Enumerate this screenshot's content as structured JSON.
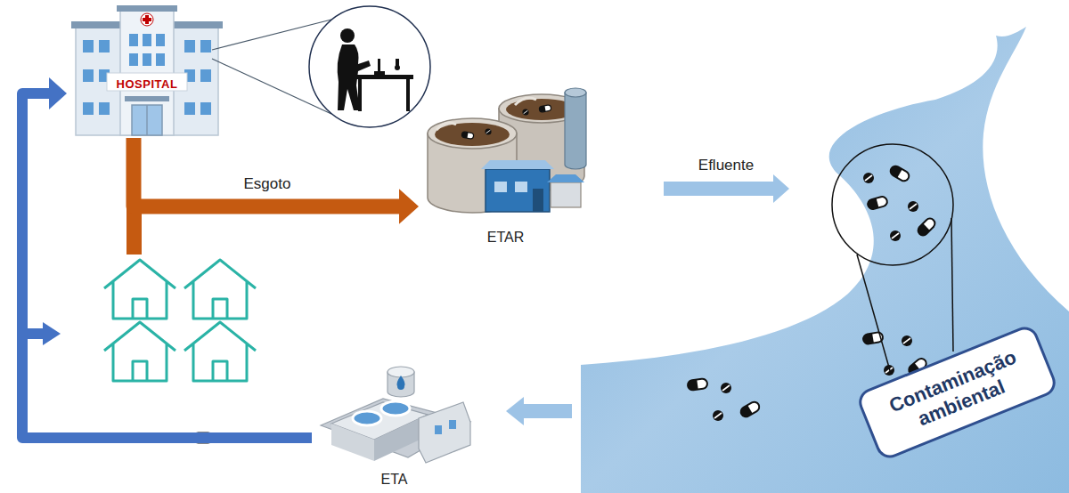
{
  "diagram": {
    "nodes": [
      {
        "text": [
          "HOSPITAL"
        ]
      },
      {
        "text": [
          "ETAR"
        ]
      },
      {
        "text": [
          "Contaminação ambiental"
        ]
      },
      {
        "text": [
          "ETA"
        ]
      }
    ],
    "edges": [
      {
        "from": 0,
        "to": 1,
        "label": "Esgoto",
        "arrow": "to"
      },
      {
        "from": 3,
        "to": 0,
        "arrow": "to"
      }
    ],
    "labels": [
      "Efluente"
    ]
  }
}
